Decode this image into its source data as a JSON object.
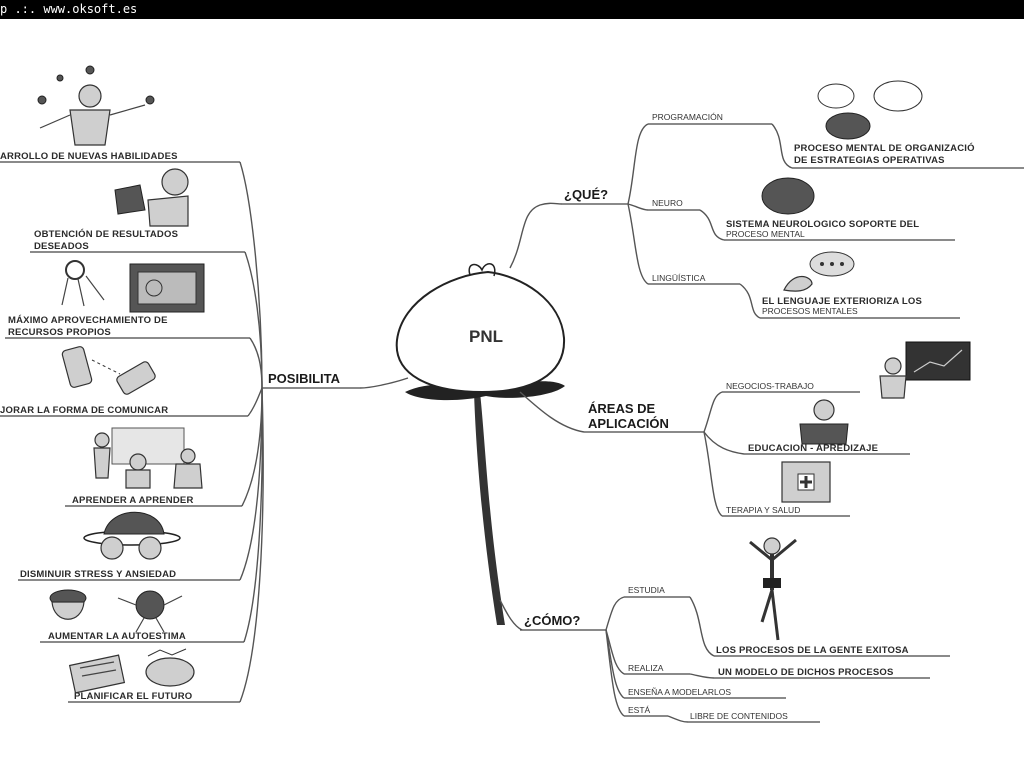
{
  "header": {
    "text": "p .:. www.oksoft.es"
  },
  "center": {
    "label": "PNL"
  },
  "left": {
    "title": "POSIBILITA",
    "items": [
      "ARROLLO DE NUEVAS HABILIDADES",
      "OBTENCIÓN DE RESULTADOS",
      "DESEADOS",
      "MÁXIMO APROVECHAMIENTO DE",
      "RECURSOS PROPIOS",
      "JORAR LA FORMA DE COMUNICAR",
      "APRENDER A APRENDER",
      "DISMINUIR STRESS Y ANSIEDAD",
      "AUMENTAR LA AUTOESTIMA",
      "PLANIFICAR EL FUTURO"
    ]
  },
  "que": {
    "title": "¿QUÉ?",
    "programacion": "PROGRAMACIÓN",
    "programacion_desc_1": "PROCESO MENTAL DE ORGANIZACIÓ",
    "programacion_desc_2": "DE ESTRATEGIAS OPERATIVAS",
    "neuro": "NEURO",
    "neuro_desc_1": "SISTEMA NEUROLOGICO SOPORTE DEL",
    "neuro_desc_2": "PROCESO MENTAL",
    "linguistica": "LINGÜÍSTICA",
    "linguistica_desc_1": "EL LENGUAJE EXTERIORIZA LOS",
    "linguistica_desc_2": "PROCESOS MENTALES"
  },
  "areas": {
    "title_1": "ÁREAS DE",
    "title_2": "APLICACIÓN",
    "negocios": "NEGOCIOS-TRABAJO",
    "educacion": "EDUCACION - APREDIZAJE",
    "terapia": "TERAPIA Y SALUD"
  },
  "como": {
    "title": "¿CÓMO?",
    "estudia": "ESTUDIA",
    "estudia_desc": "LOS PROCESOS DE LA GENTE EXITOSA",
    "realiza": "REALIZA",
    "realiza_desc": "UN MODELO DE DICHOS PROCESOS",
    "ensena": "ENSEÑA A MODELARLOS",
    "esta": "ESTÁ",
    "esta_desc": "LIBRE DE CONTENIDOS"
  }
}
